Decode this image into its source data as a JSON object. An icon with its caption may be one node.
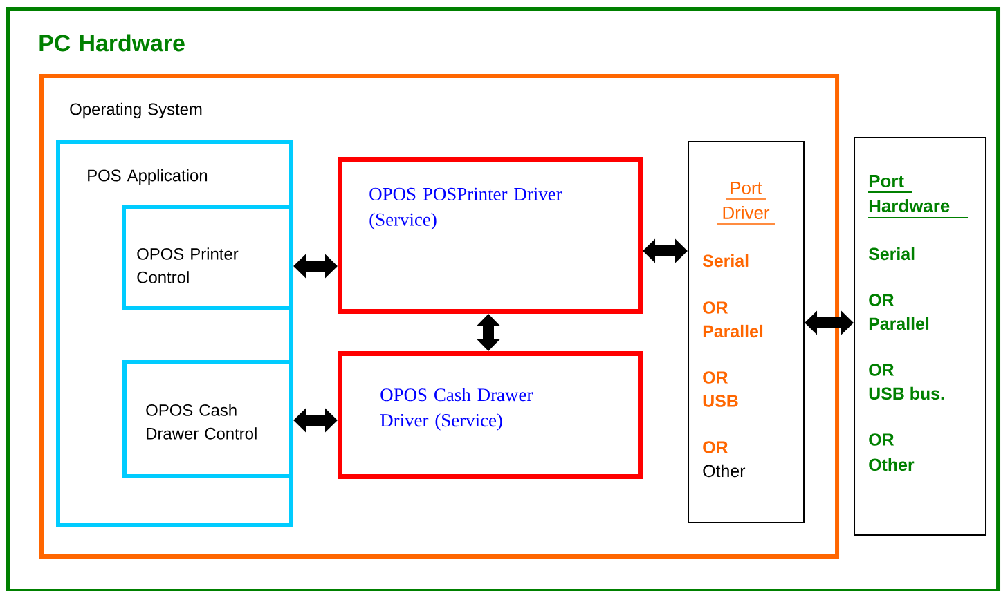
{
  "diagram": {
    "nodes": [
      {
        "text": [
          "PC Hardware"
        ]
      },
      {
        "text": [
          "Operating System"
        ],
        "in": 0
      },
      {
        "text": [
          "POS Application"
        ],
        "in": 1
      },
      {
        "text": [
          "OPOS Printer Control"
        ],
        "in": 2
      },
      {
        "text": [
          "OPOS Cash Drawer Control"
        ],
        "in": 2
      },
      {
        "text": [
          "OPOS POSPrinter Driver (Service)"
        ],
        "in": 1
      },
      {
        "text": [
          "OPOS Cash Drawer Driver (Service)"
        ],
        "in": 1
      },
      {
        "text": [
          "Port Driver",
          "Serial",
          "OR",
          "Parallel",
          "OR",
          "USB",
          "OR",
          "Other"
        ],
        "in": 1
      },
      {
        "text": [
          "Port Hardware",
          "Serial",
          "OR",
          "Parallel",
          "OR",
          "USB bus.",
          "OR",
          "Other"
        ],
        "in": 0
      }
    ],
    "edges": [
      {
        "from": 3,
        "to": 5,
        "arrow": "both"
      },
      {
        "from": 4,
        "to": 6,
        "arrow": "both"
      },
      {
        "from": 5,
        "to": 6,
        "arrow": "both"
      },
      {
        "from": 5,
        "to": 7,
        "arrow": "both"
      },
      {
        "from": 7,
        "to": 8,
        "arrow": "both"
      }
    ]
  }
}
